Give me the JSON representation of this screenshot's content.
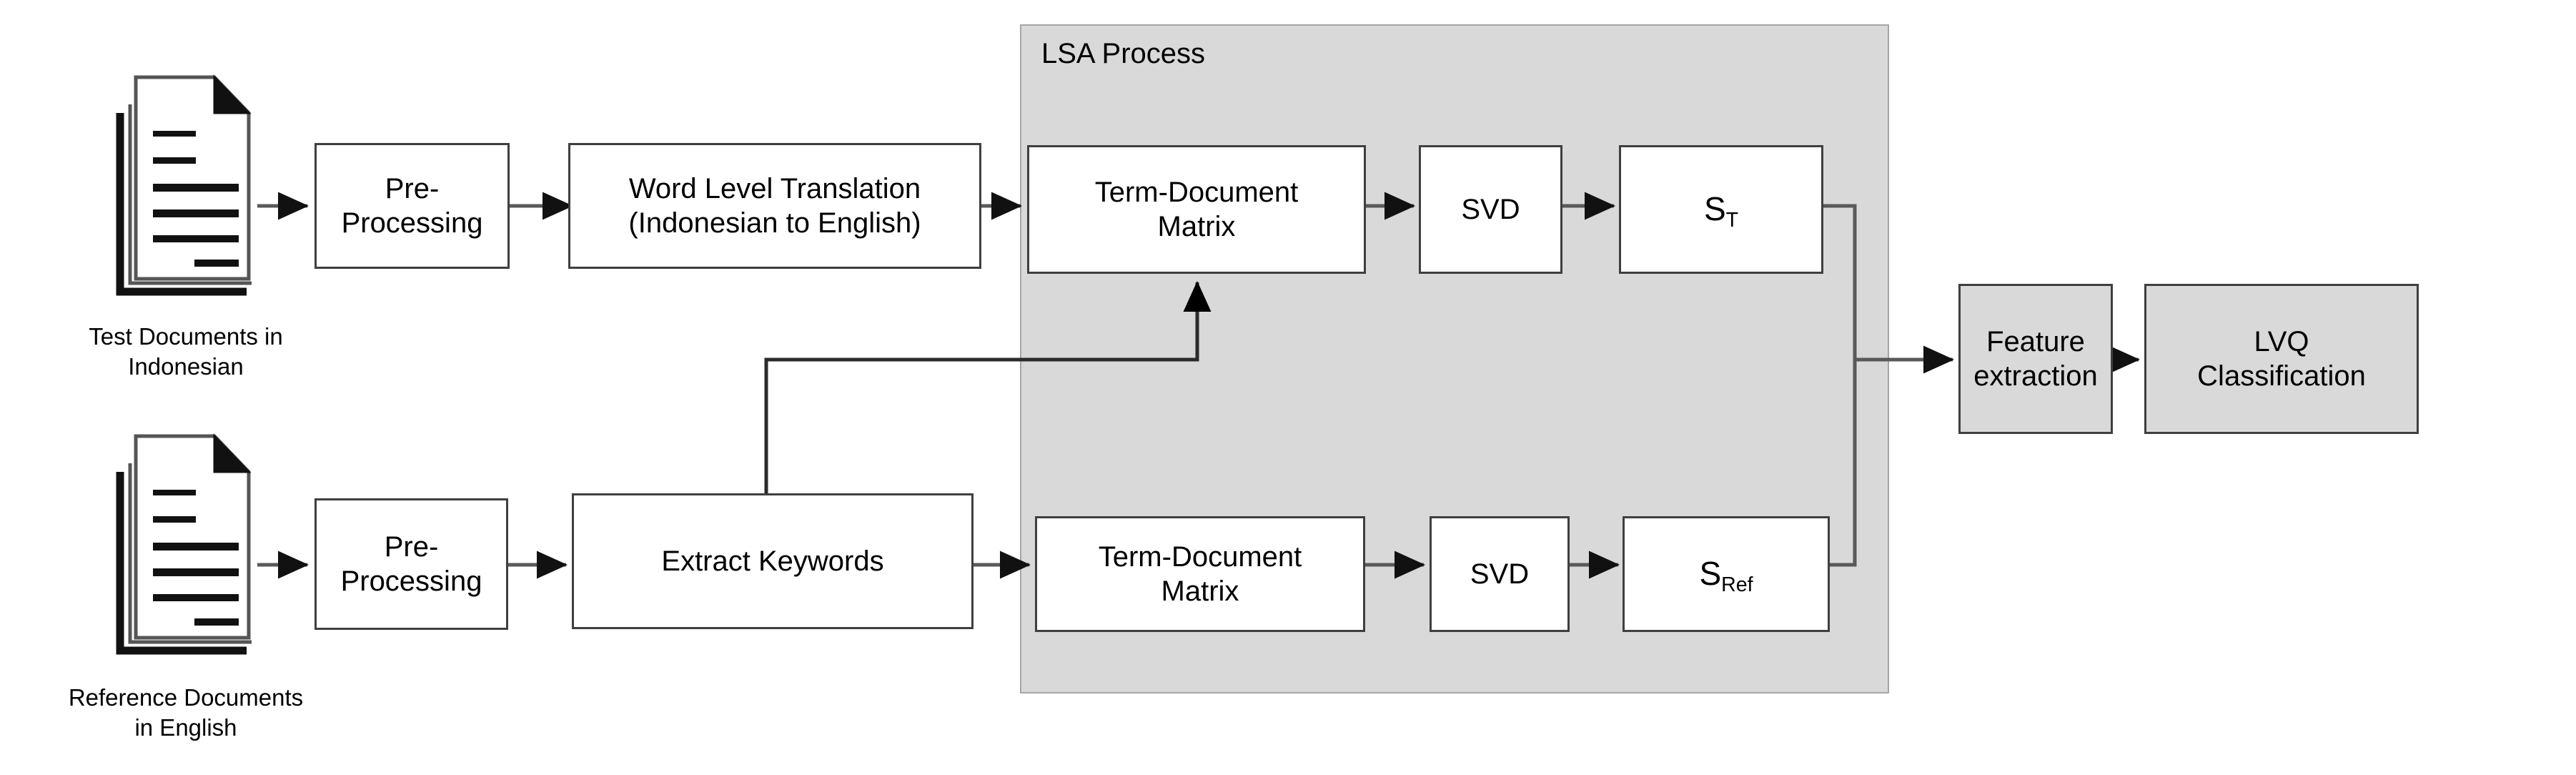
{
  "diagram": {
    "title": "LSA Process",
    "panel": {
      "label": "LSA Process",
      "fill": "#d9d9d9",
      "border": "#a6a6a6"
    },
    "colors": {
      "box_border": "#3f3f3f",
      "box_fill_white": "#ffffff",
      "box_fill_gray": "#d9d9d9",
      "connector": "#595959",
      "text": "#000000",
      "background": "#ffffff"
    },
    "sources": [
      {
        "icon": "documents-stack-icon",
        "caption": "Test Documents in\nIndonesian"
      },
      {
        "icon": "documents-stack-icon",
        "caption": "Reference Documents\nin English"
      }
    ],
    "nodes": {
      "preprocessing_top": "Pre-\nProcessing",
      "word_level_translation": "Word Level Translation\n(Indonesian to English)",
      "term_document_matrix_top": "Term-Document\nMatrix",
      "svd_top": "SVD",
      "s_t_base": "S",
      "s_t_sub": "T",
      "preprocessing_bottom": "Pre-\nProcessing",
      "extract_keywords": "Extract Keywords",
      "term_document_matrix_bottom": "Term-Document\nMatrix",
      "svd_bottom": "SVD",
      "s_ref_base": "S",
      "s_ref_sub": "Ref",
      "feature_extraction": "Feature\nextraction",
      "lvq_classification": "LVQ\nClassification"
    }
  }
}
